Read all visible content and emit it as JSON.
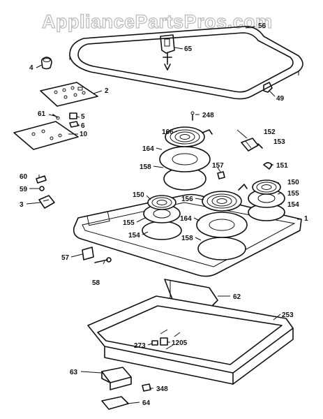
{
  "watermark": "AppliancePartsPros.com",
  "labels": {
    "l56": "56",
    "l65": "65",
    "l4": "4",
    "l49": "49",
    "l2": "2",
    "l61": "61",
    "l5": "5",
    "l6": "6",
    "l10": "10",
    "l248": "248",
    "l152": "152",
    "l153": "153",
    "l166a": "166",
    "l164a": "164",
    "l158a": "158",
    "l157": "157",
    "l151": "151",
    "l60": "60",
    "l59": "59",
    "l3": "3",
    "l150a": "150",
    "l150b": "150",
    "l155a": "155",
    "l154a": "154",
    "l156": "156",
    "l164b": "164",
    "l158b": "158",
    "l155b": "155",
    "l154b": "154",
    "l1": "1",
    "l57": "57",
    "l58": "58",
    "l62": "62",
    "l253": "253",
    "l273": "273",
    "l1205": "1205",
    "l63": "63",
    "l348": "348",
    "l64": "64"
  }
}
